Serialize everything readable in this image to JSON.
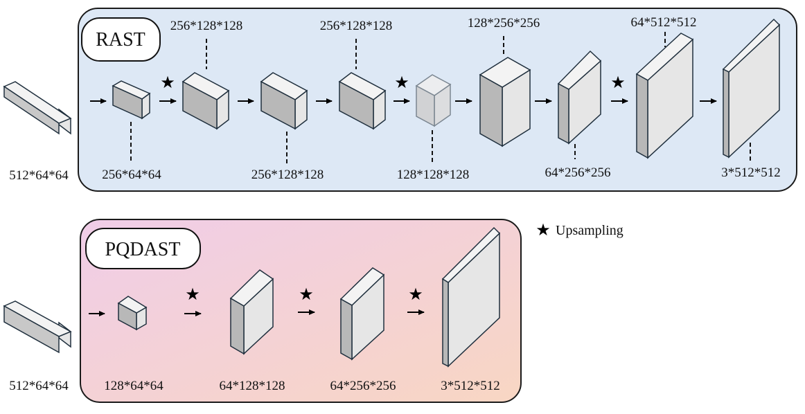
{
  "rast": {
    "title": "RAST",
    "input_label": "512*64*64",
    "labels": {
      "b1": "256*64*64",
      "b2": "256*128*128",
      "b3": "256*128*128",
      "b4": "256*128*128",
      "b5": "128*128*128",
      "b6": "128*256*256",
      "b7": "64*256*256",
      "b8": "64*512*512",
      "b9": "3*512*512"
    }
  },
  "pqdast": {
    "title": "PQDAST",
    "input_label": "512*64*64",
    "labels": {
      "b1": "128*64*64",
      "b2": "64*128*128",
      "b3": "64*256*256",
      "b4": "3*512*512"
    }
  },
  "legend": {
    "symbol": "★",
    "label": "Upsampling"
  },
  "colors": {
    "rast_panel": "#dde8f5",
    "pqdast_gradient_start": "#f0cde8",
    "pqdast_gradient_end": "#f8d6c3",
    "cube_front": "#e6e6e6",
    "cube_top": "#f3f3f3",
    "cube_side": "#b8b8b8",
    "outline": "#1f2f3d"
  }
}
